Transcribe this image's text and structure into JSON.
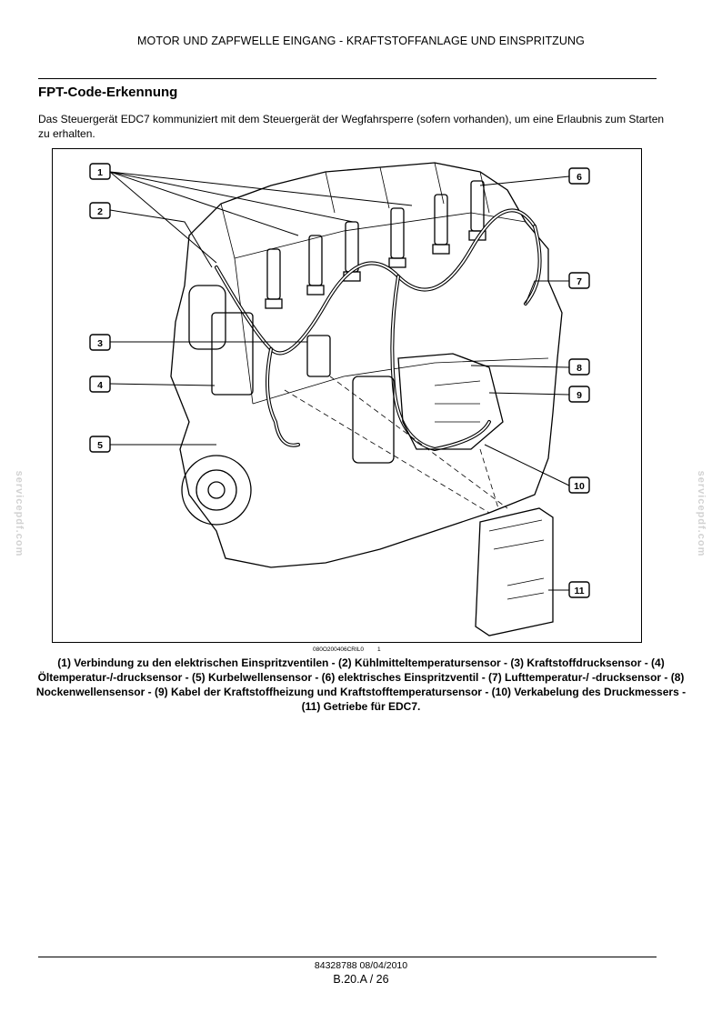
{
  "header": {
    "running_title": "MOTOR UND ZAPFWELLE EINGANG - KRAFTSTOFFANLAGE UND EINSPRITZUNG"
  },
  "section": {
    "title": "FPT-Code-Erkennung",
    "intro": "Das Steuergerät EDC7 kommuniziert mit dem Steuergerät der Wegfahrsperre (sofern vorhanden), um eine Erlaubnis zum Starten zu erhalten."
  },
  "figure": {
    "code": "080O200406CRIL0",
    "number": "1",
    "callouts": [
      "1",
      "2",
      "3",
      "4",
      "5",
      "6",
      "7",
      "8",
      "9",
      "10",
      "11"
    ],
    "caption": "(1) Verbindung zu den elektrischen Einspritzventilen - (2) Kühlmitteltemperatursensor - (3) Kraftstoffdrucksensor - (4) Öltemperatur-/-drucksensor - (5) Kurbelwellensensor - (6) elektrisches Einspritzventil - (7) Lufttemperatur-/ -drucksensor - (8) Nockenwellensensor - (9) Kabel der Kraftstoffheizung und Kraftstofftemperatursensor - (10) Verkabelung des Druckmessers - (11) Getriebe für EDC7."
  },
  "watermark": "servicepdf.com",
  "footer": {
    "doc_ref": "84328788 08/04/2010",
    "page": "B.20.A / 26"
  }
}
